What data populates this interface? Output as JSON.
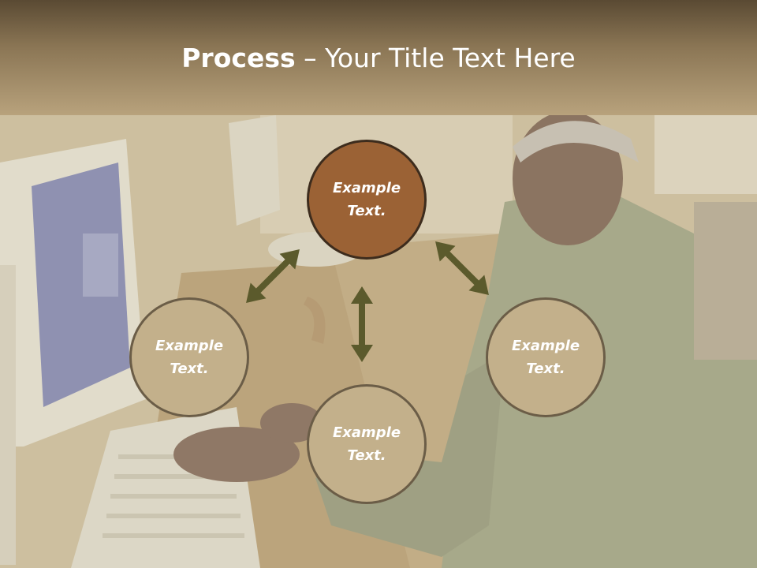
{
  "title": {
    "strong": "Process",
    "rest": " – Your Title Text Here"
  },
  "nodes": [
    {
      "text": "Example\nText."
    },
    {
      "text": "Example\nText."
    },
    {
      "text": "Example\nText."
    },
    {
      "text": "Example\nText."
    }
  ],
  "colors": {
    "header_top": "#5a4a33",
    "header_bottom": "#b8a27c",
    "node_fill": "#c3b08b",
    "node_border": "#6b5d47",
    "center_fill": "#9b6235",
    "center_border": "#3d2c1d",
    "arrow": "#5b5a2c"
  }
}
